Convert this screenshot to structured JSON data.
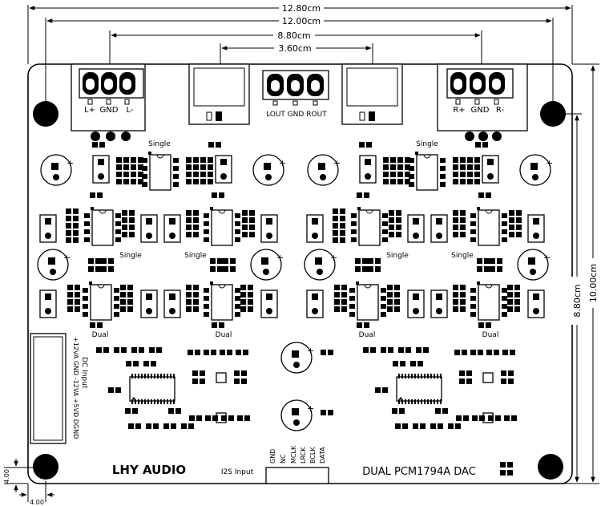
{
  "dimensions": {
    "overall_width": "12.80cm",
    "hole_span": "12.00cm",
    "inner_span": "8.80cm",
    "center_span": "3.60cm",
    "board_height": "10.00cm",
    "hole_height": "8.80cm",
    "corner_x": "4.00",
    "corner_y": "4.00"
  },
  "connectors": {
    "left_out": [
      "L+",
      "GND",
      "L-"
    ],
    "center_out": [
      "LOUT",
      "GND",
      "ROUT"
    ],
    "right_out": [
      "R+",
      "GND",
      "R-"
    ],
    "dc_input_title": "DC Input",
    "dc_input_pins": "+12VA GND -12VA +5VD DGND",
    "i2s_title": "I2S Input",
    "i2s_pins": [
      "GND",
      "NC",
      "MCLK",
      "LRCK",
      "BCLK",
      "DATA"
    ]
  },
  "stage_labels": {
    "single": "Single",
    "dual": "Dual"
  },
  "branding": {
    "maker": "LHY AUDIO",
    "product": "DUAL PCM1794A DAC"
  }
}
